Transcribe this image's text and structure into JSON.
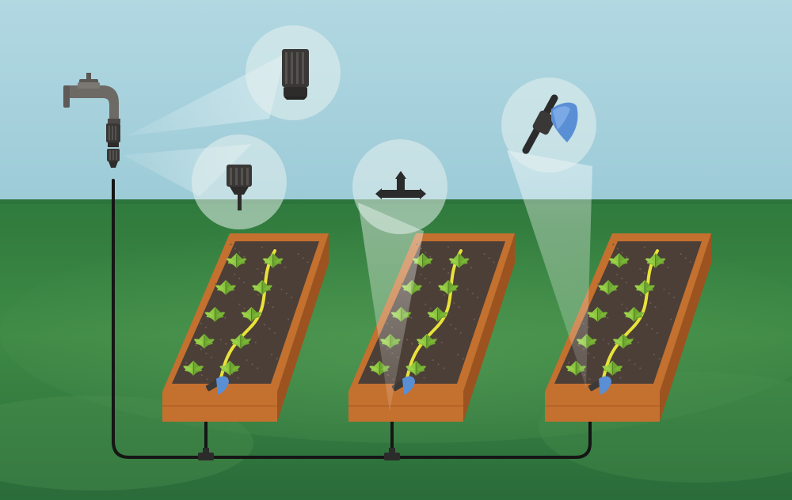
{
  "scene": {
    "colors": {
      "sky_top": "#a9d3de",
      "sky_bottom": "#9fcfdb",
      "grass_light": "#3f8a45",
      "grass_dark": "#1f5f34",
      "wood": "#c4702f",
      "wood_dark": "#9c531f",
      "soil": "#4b3f37",
      "plant": "#8cc63f",
      "drip_line": "#e8e23a",
      "pipe": "#1b1b1b",
      "fitting": "#3c3a38",
      "valve_handle": "#5a8fd6",
      "callout": "#e6f0ef"
    },
    "components": [
      {
        "name": "faucet",
        "icon": "faucet-icon"
      },
      {
        "name": "faucet-adapter",
        "icon": "connector-icon"
      },
      {
        "name": "pressure-reducer",
        "icon": "reducer-icon"
      },
      {
        "name": "tee-fitting",
        "icon": "tee-icon"
      },
      {
        "name": "shutoff-valve",
        "icon": "valve-icon"
      }
    ],
    "beds": [
      {
        "name": "raised-bed-1",
        "plants": 10,
        "has_tee": true
      },
      {
        "name": "raised-bed-2",
        "plants": 10,
        "has_tee": true
      },
      {
        "name": "raised-bed-3",
        "plants": 10,
        "has_tee": false
      }
    ]
  }
}
